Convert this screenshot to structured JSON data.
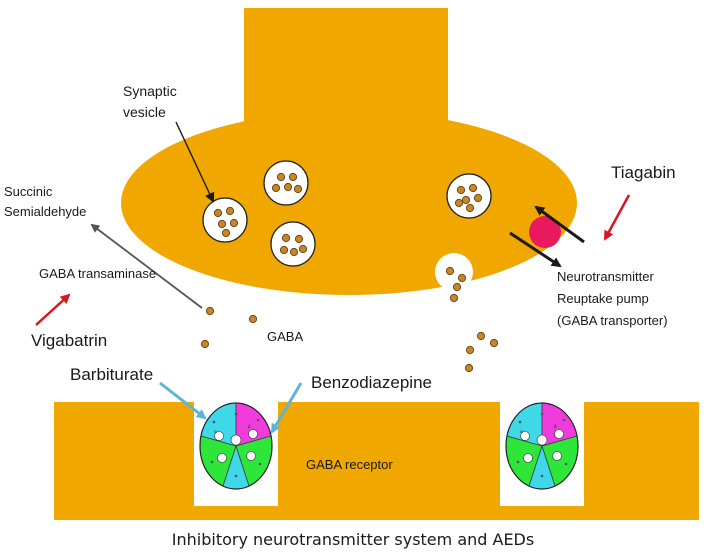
{
  "colors": {
    "neuron": "#F0A800",
    "vesicle_fill": "#FFFFFF",
    "gaba_dot": "#C8862A",
    "gaba_dot_outline": "#6B4A12",
    "transporter": "#E8195E",
    "drug_arrow": "#D8161C",
    "blue_pointer": "#5BB5D8",
    "receptor_cyan": "#3FD8E8",
    "receptor_magenta": "#F03CDC",
    "receptor_green": "#2EE63A",
    "receptor_bg": "#FFFFFF",
    "text": "#1A1A1A"
  },
  "labels": {
    "synaptic_vesicle_line1": "Synaptic",
    "synaptic_vesicle_line2": "vesicle",
    "succinic_line1": "Succinic",
    "succinic_line2": "Semialdehyde",
    "gaba_transaminase": "GABA transaminase",
    "vigabatrin": "Vigabatrin",
    "gaba": "GABA",
    "tiagabin": "Tiagabin",
    "reuptake_line1": "Neurotransmitter",
    "reuptake_line2": "Reuptake pump",
    "reuptake_line3": "(GABA transporter)",
    "barbiturate": "Barbiturate",
    "benzodiazepine": "Benzodiazepine",
    "gaba_receptor": "GABA receptor",
    "caption": "Inhibitory neurotransmitter system and AEDs"
  },
  "icons": {
    "vesicle": "vesicle-icon",
    "transporter": "gaba-transporter-icon",
    "receptor": "gaba-receptor-channel-icon"
  }
}
